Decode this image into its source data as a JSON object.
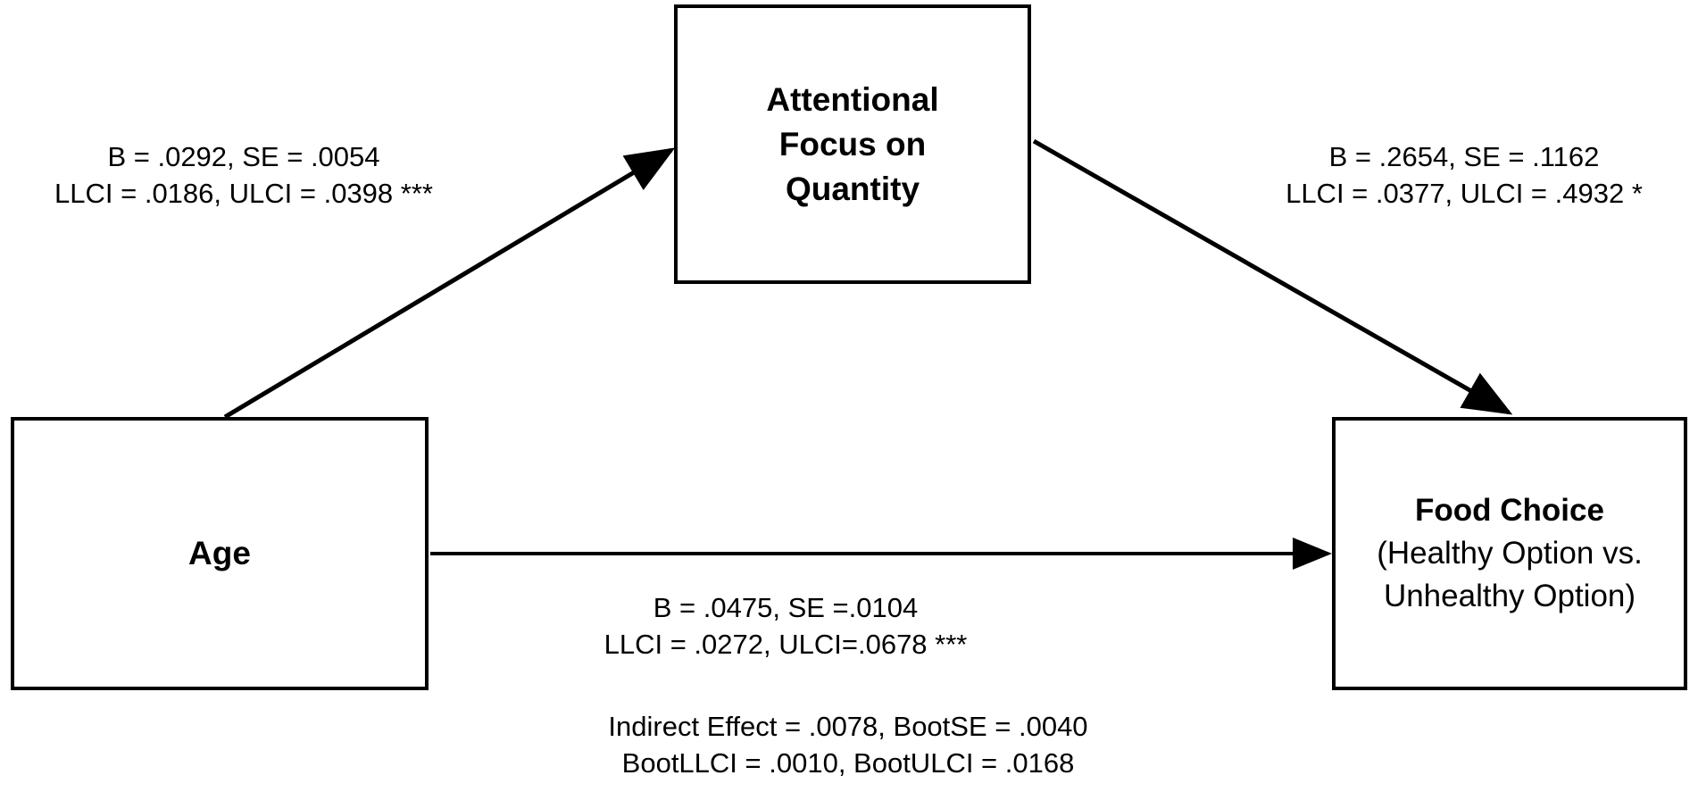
{
  "diagram": {
    "type": "mediation-path-model",
    "nodes": [
      {
        "id": "predictor",
        "name": "Age",
        "lines": [
          {
            "text": "Age",
            "bold": true
          }
        ]
      },
      {
        "id": "mediator",
        "name": "Attentional Focus on Quantity",
        "lines": [
          {
            "text": "Attentional",
            "bold": true
          },
          {
            "text": "Focus on",
            "bold": true
          },
          {
            "text": "Quantity",
            "bold": true
          }
        ]
      },
      {
        "id": "outcome",
        "name": "Food Choice",
        "lines": [
          {
            "text": "Food Choice",
            "bold": true
          },
          {
            "text": "(Healthy Option vs.",
            "bold": false
          },
          {
            "text": "Unhealthy Option)",
            "bold": false
          }
        ]
      }
    ],
    "edges": [
      {
        "id": "a-path",
        "from": "predictor",
        "to": "mediator",
        "label_lines": [
          "B = .0292, SE = .0054",
          "LLCI = .0186, ULCI = .0398 ***"
        ],
        "coefficient": ".0292",
        "se": ".0054",
        "llci": ".0186",
        "ulci": ".0398",
        "significance": "***"
      },
      {
        "id": "b-path",
        "from": "mediator",
        "to": "outcome",
        "label_lines": [
          "B = .2654, SE = .1162",
          "LLCI = .0377, ULCI = .4932 *"
        ],
        "coefficient": ".2654",
        "se": ".1162",
        "llci": ".0377",
        "ulci": ".4932",
        "significance": "*"
      },
      {
        "id": "c-path",
        "from": "predictor",
        "to": "outcome",
        "label_lines": [
          "B = .0475, SE =.0104",
          "LLCI = .0272, ULCI=.0678 ***"
        ],
        "coefficient": ".0475",
        "se": ".0104",
        "llci": ".0272",
        "ulci": ".0678",
        "significance": "***"
      }
    ],
    "indirect_effect": {
      "label_lines": [
        "Indirect Effect = .0078, BootSE = .0040",
        "BootLLCI = .0010, BootULCI = .0168"
      ],
      "effect": ".0078",
      "boot_se": ".0040",
      "boot_llci": ".0010",
      "boot_ulci": ".0168"
    },
    "style": {
      "background": "#ffffff",
      "stroke": "#000000",
      "text": "#000000"
    }
  }
}
